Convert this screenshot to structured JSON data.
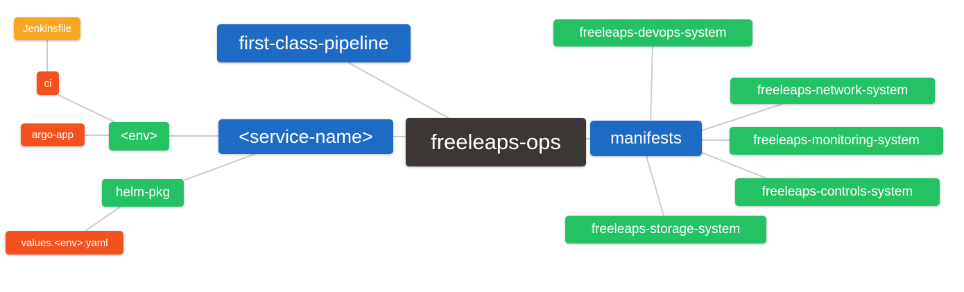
{
  "diagram": {
    "type": "mindmap",
    "root_label": "freeleaps-ops",
    "palette": {
      "root_node": "#3c3734",
      "branch_blue": "#1e6bc6",
      "leaf_green": "#25c264",
      "leaf_red": "#f4511e",
      "leaf_orange": "#f9a623",
      "edge_line": "#cccccc",
      "node_text": "#ffffff",
      "background": "#ffffff"
    },
    "nodes": {
      "root": {
        "label": "freeleaps-ops",
        "color": "#3c3734"
      },
      "first_class_pipeline": {
        "label": "first-class-pipeline",
        "color": "#1e6bc6"
      },
      "service_name": {
        "label": "<service-name>",
        "color": "#1e6bc6"
      },
      "env": {
        "label": "<env>",
        "color": "#25c264"
      },
      "ci": {
        "label": "ci",
        "color": "#f4511e"
      },
      "jenkinsfile": {
        "label": "Jenkinsfile",
        "color": "#f9a623"
      },
      "argo_app": {
        "label": "argo-app",
        "color": "#f4511e"
      },
      "helm_pkg": {
        "label": "helm-pkg",
        "color": "#25c264"
      },
      "values_env_yaml": {
        "label": "values.<env>.yaml",
        "color": "#f4511e"
      },
      "manifests": {
        "label": "manifests",
        "color": "#1e6bc6"
      },
      "devops_system": {
        "label": "freeleaps-devops-system",
        "color": "#25c264"
      },
      "network_system": {
        "label": "freeleaps-network-system",
        "color": "#25c264"
      },
      "monitoring_system": {
        "label": "freeleaps-monitoring-system",
        "color": "#25c264"
      },
      "controls_system": {
        "label": "freeleaps-controls-system",
        "color": "#25c264"
      },
      "storage_system": {
        "label": "freeleaps-storage-system",
        "color": "#25c264"
      }
    },
    "edges": [
      {
        "from": "jenkinsfile",
        "to": "ci"
      },
      {
        "from": "ci",
        "to": "env"
      },
      {
        "from": "argo_app",
        "to": "env"
      },
      {
        "from": "env",
        "to": "service_name"
      },
      {
        "from": "helm_pkg",
        "to": "service_name"
      },
      {
        "from": "values_env_yaml",
        "to": "helm_pkg"
      },
      {
        "from": "first_class_pipeline",
        "to": "root"
      },
      {
        "from": "service_name",
        "to": "root"
      },
      {
        "from": "root",
        "to": "manifests"
      },
      {
        "from": "manifests",
        "to": "devops_system"
      },
      {
        "from": "manifests",
        "to": "network_system"
      },
      {
        "from": "manifests",
        "to": "monitoring_system"
      },
      {
        "from": "manifests",
        "to": "controls_system"
      },
      {
        "from": "manifests",
        "to": "storage_system"
      }
    ]
  }
}
